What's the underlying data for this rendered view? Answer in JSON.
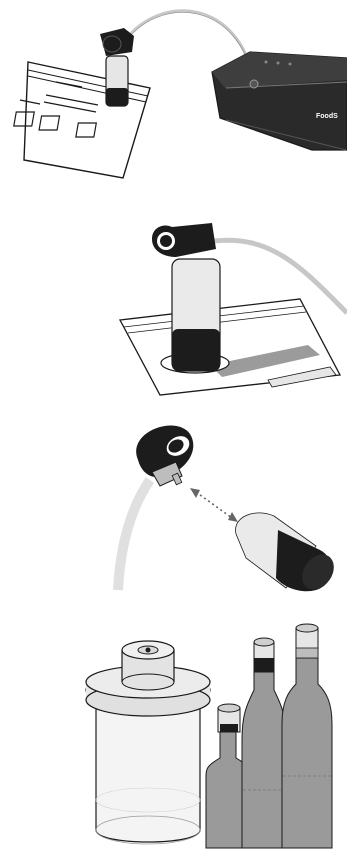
{
  "panels": [
    {
      "id": "handheld-sealer-on-bag",
      "caption": ""
    },
    {
      "id": "sealer-on-zipper-bag-valve",
      "caption": ""
    },
    {
      "id": "attachment-to-accessory",
      "caption": ""
    },
    {
      "id": "canisters-and-bottle-stoppers",
      "caption": ""
    }
  ],
  "brand": {
    "appliance_label": "FoodS"
  },
  "colors": {
    "outline": "#1a1a1a",
    "black_part": "#1c1c1c",
    "light_gray": "#e6e6e6",
    "mid_gray": "#bdbdbd",
    "hose_gray": "#c7c7c7",
    "bottle_gray": "#9a9a9a"
  }
}
